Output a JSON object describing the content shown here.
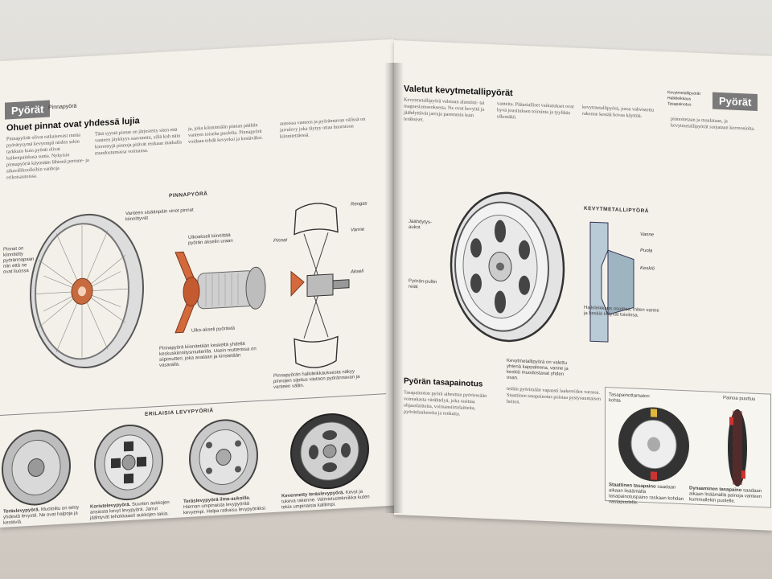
{
  "left_page": {
    "section_tab": "Pyörät",
    "section_sub": "Pinnapyörä",
    "heading": "Ohuet pinnat ovat yhdessä lujia",
    "intro_col1": "Pinnapyörät olivat ratkaisevast mutta pyörärysymä kevyempä niiden sekin tarkkuus kuin pyörät olivat kaikenpainkasa sunta. Nykyisin pinnapyöriä käytetään lähinnä perinne- ja aikavälikoolleihin vanhoja erikoisautoissa.",
    "intro_col2": "Tätä syystä pinnat on järjestetty siten että vanteen jäykkyys saavutettu, sillä koh näin kierrettyjä pinnoja pitävät renkaan matkalla muodostumassa voimansa.",
    "intro_col3": "ja, joka kiinnitetään pinnan päähän vanteen toiselta puolelta. Pinnapyörä voidaan tehdä kevyeksi ja kestäväksi.",
    "intro_col4": "autoissa vanteen ja pyörännavan välissä on jarrulevy joka täytyy ottaa huomioon kiinnitettäessä.",
    "diagram_title": "PINNAPYÖRÄ",
    "label_spokes": "Pinnat on kiinnitetty pyörännapaan niin että ne ovat liuossa",
    "label_rim": "Vanteen sisäänpäin vinot pinnat kiinnittyvät",
    "label_spline": "Ulkoakseli kiinnittää pyörän akselin uraan",
    "label_hub": "Ulko-akseli pyörästä",
    "label_tyre": "Rengas",
    "label_vanne": "Vanne",
    "label_pinnat": "Pinnat",
    "label_akseli": "Akseli",
    "caption_hub": "Pinnapyörä kiinnitetään keskeltä yhdellä keskuskiinnitysmutterilla. Usein mutterissa on siipimutteri, joka avataan ja kiristetään vasaralla.",
    "caption_section": "Pinnapyörän halkileikkauksesta näkyy pinnojen sijoitus viistoon pyörännavan ja vanteen väliin.",
    "box_title": "ERILAISIA LEVYPYÖRIÄ",
    "wheels": [
      {
        "name": "Teräslevypyörä.",
        "text": "Muotoiltu on tehty yhdestä levystä. Ne ovat halpoja ja kestäviä."
      },
      {
        "name": "Koristelevypyörä.",
        "text": "Suurten aukkojen ansiosta kevyt levypyörä. Jarrut jäähtyvät tehokkaasti aukkojen takia."
      },
      {
        "name": "Teräslevypyörä ilma-aukoilla.",
        "text": "Hieman umpinaista levypyörää kevyempi. Halpa ratkaisu levypyöräksi."
      },
      {
        "name": "Kevennetty teräslevypyörä.",
        "text": "Kevyt ja tukeva rakenne. Valmistustekniikka kuten tekia umpinaisia kalliimpi."
      }
    ]
  },
  "right_page": {
    "section_small_1": "Kevytmetallipyörät",
    "section_small_2": "Halkileikkaus",
    "section_small_3": "Tasapainotus",
    "section_tab": "Pyörät",
    "heading": "Valetut kevytmetallipyörät",
    "intro": "Kevytmetallipyörä valetaan alumiini- tai magnesiumseoksesta. Ne ovat kevyitä ja jäähdyttävät jarruja paremmin kuin teräksiset.",
    "intro_col2": "vanteita. Pääasialliset vaikutukset ovat hyvä jousituksen toiminta ja tyylikäs ulkonäkö.",
    "intro_col3": "kevytmetallipyörä, jossa vahvistettu rakenne kestää kovaa käyttöä.",
    "intro_col4": "pinnoitetaan ja maalataan, ja kevytmetallipyörät suojataan korroosiolta.",
    "label_cooling": "Jäähdytys-aukot",
    "label_bolts": "Pyörän-pultin reiät",
    "diagram_title": "KEVYTMETALLIPYÖRÄ",
    "label_vanne": "Vanne",
    "label_keskio": "Keskiö",
    "label_puola": "Puola",
    "caption_alloy": "Kevytmetallipyörä on valettu yhtenä kappaleena, vanne ja keskiö muodostavat yhden osan.",
    "caption_section": "Halkileikkaus osoittaa, miten vanne ja keskiö liittyvät toisiinsa.",
    "balance_heading": "Pyörän tasapainotus",
    "balance_col1": "Tasapainoton pyörä aiheuttaa pyöriessään voimakasta värähtelyä, joka rasittaa ohjauslaitteita, voimansiirtolaitteita, pyöränlaakereita ja renkaita.",
    "balance_col2": "tetään pyörimään vapaasti laakereiden varassa. Staattinen tasapainotus poistaa pystysuuntaisen heiton.",
    "label_static": "Tasapainottamaton kohta",
    "label_dynamic": "Painoa puuttuu",
    "caption_static": "Staattinen tasapaino",
    "caption_static_rest": "saadaan aikaan lisäämällä tasapainotuspaino raskaan kohdan vastapuolelle.",
    "caption_dynamic": "Dynaaminen tasapaino",
    "caption_dynamic_rest": "saadaan aikaan lisäämällä painoja vanteen kummallekin puolelle."
  }
}
